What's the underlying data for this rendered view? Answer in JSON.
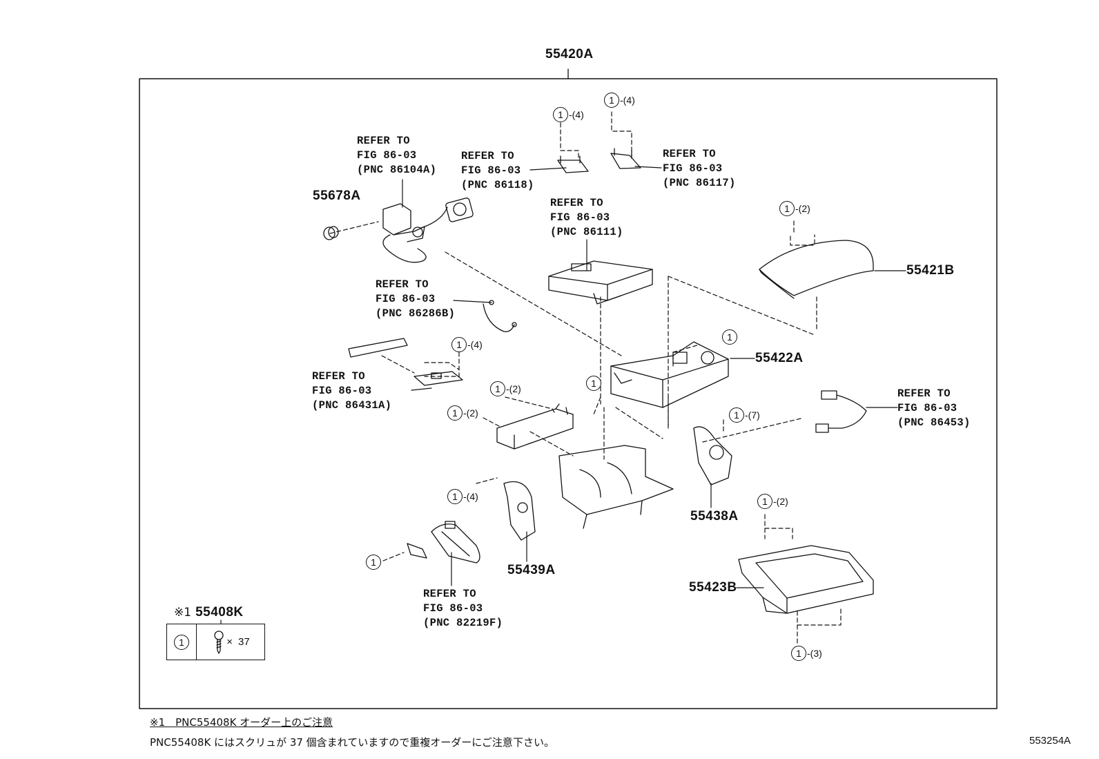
{
  "figure_code": "553254A",
  "assembly": {
    "part_no": "55420A"
  },
  "parts": {
    "p55421B": "55421B",
    "p55422A": "55422A",
    "p55423B": "55423B",
    "p55438A": "55438A",
    "p55439A": "55439A",
    "p55678A": "55678A"
  },
  "refs": [
    {
      "line1": "REFER TO",
      "line2": "FIG 86-03",
      "line3": "(PNC 86104A)"
    },
    {
      "line1": "REFER TO",
      "line2": "FIG 86-03",
      "line3": "(PNC 86118)"
    },
    {
      "line1": "REFER TO",
      "line2": "FIG 86-03",
      "line3": "(PNC 86117)"
    },
    {
      "line1": "REFER TO",
      "line2": "FIG 86-03",
      "line3": "(PNC 86111)"
    },
    {
      "line1": "REFER TO",
      "line2": "FIG 86-03",
      "line3": "(PNC 86286B)"
    },
    {
      "line1": "REFER TO",
      "line2": "FIG 86-03",
      "line3": "(PNC 86431A)"
    },
    {
      "line1": "REFER TO",
      "line2": "FIG 86-03",
      "line3": "(PNC 86453)"
    },
    {
      "line1": "REFER TO",
      "line2": "FIG 86-03",
      "line3": "(PNC 82219F)"
    }
  ],
  "callout_symbol": "1",
  "callout_qty": {
    "q4": "-(4)",
    "q2": "-(2)",
    "q7": "-(7)",
    "q3": "-(3)"
  },
  "legend": {
    "mark": "※1",
    "part_no": "55408K",
    "symbol": "1",
    "times": "×",
    "count": "37"
  },
  "footnote": {
    "title": "※1　PNC55408K オーダー上のご注意",
    "body": "PNC55408K にはスクリュが 37 個含まれていますので重複オーダーにご注意下さい。"
  }
}
